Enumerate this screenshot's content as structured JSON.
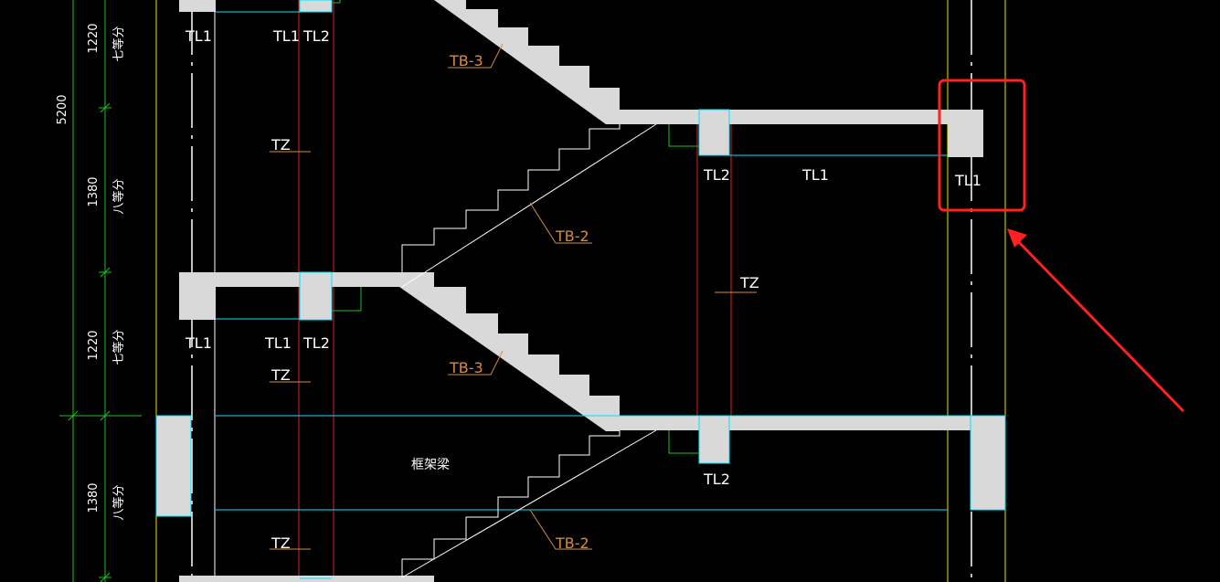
{
  "drawing": {
    "dimensions": {
      "total": "5200",
      "segments": [
        "1220",
        "1380",
        "1220",
        "1380"
      ],
      "step_notes": [
        "七等分",
        "八等分",
        "七等分",
        "八等分"
      ]
    },
    "labels": {
      "tl1": "TL1",
      "tl2": "TL2",
      "tz": "TZ",
      "tb2": "TB-2",
      "tb3": "TB-3",
      "frame_beam": "框架梁"
    }
  },
  "colors": {
    "background": "#000000",
    "concrete": "#d9d9d9",
    "cyan": "#00e5ff",
    "red_line": "#e02020",
    "yellow_line": "#e6e600",
    "green_dim": "#20c020",
    "orange_leader": "#d98a3a",
    "white_line": "#ffffff",
    "highlight": "#ff2020"
  },
  "annotation": {
    "shape": "rounded-rectangle",
    "target": "TL1",
    "pointer": "arrow"
  }
}
